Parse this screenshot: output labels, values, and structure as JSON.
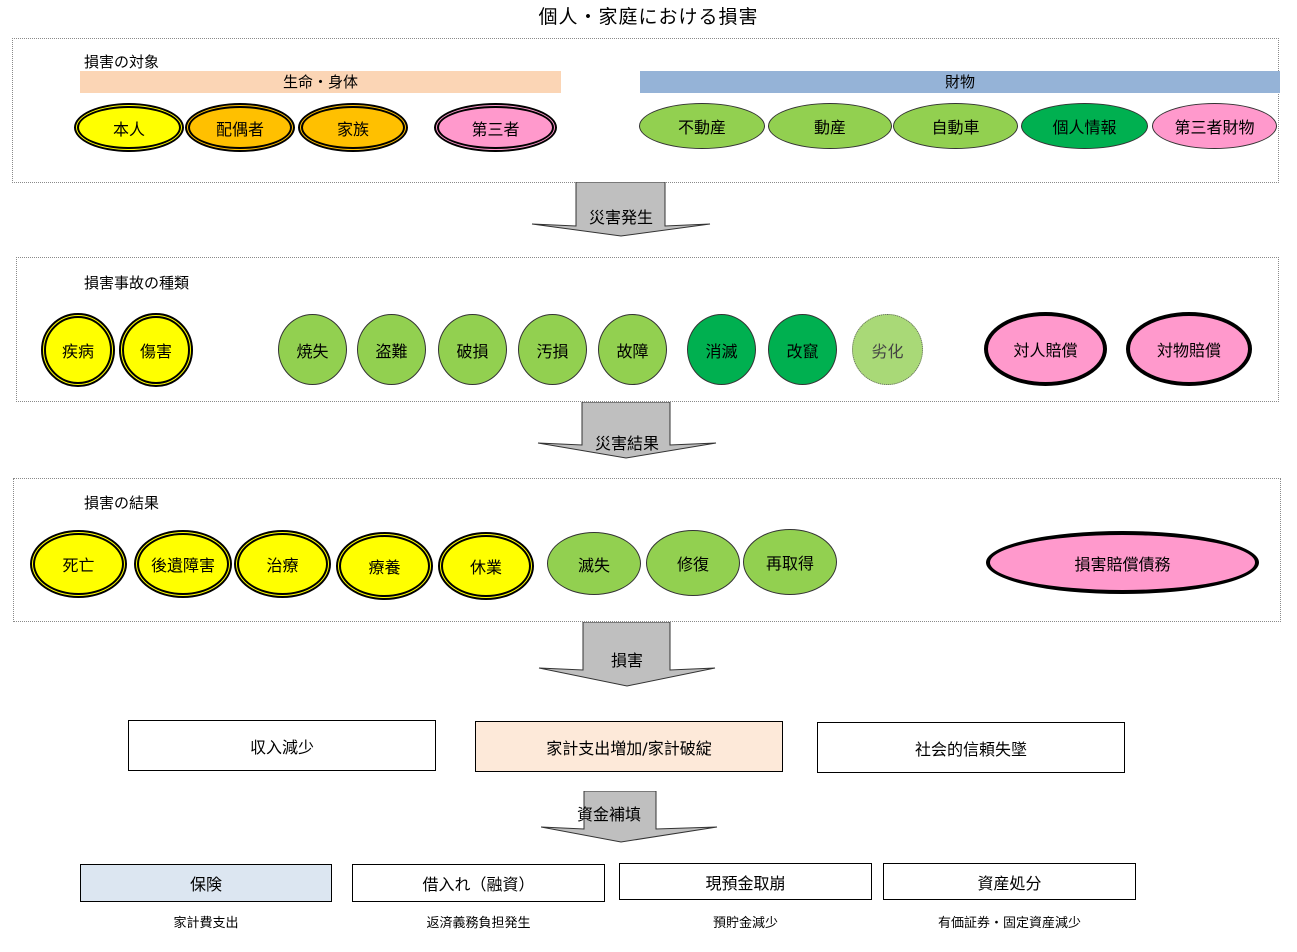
{
  "title": "個人・家庭における損害",
  "colors": {
    "life_band": "#fbd5b5",
    "property_band": "#95b3d7",
    "yellow": "#ffff00",
    "orange": "#ffc000",
    "pink": "#ff99cc",
    "light_green": "#92d050",
    "dark_green": "#00b050",
    "pale_green": "#a9d977",
    "arrow_gray": "#bfbfbf",
    "household_box": "#fde9d9",
    "insurance_box": "#dce6f1"
  },
  "section1": {
    "label": "損害の対象",
    "life_band": "生命・身体",
    "property_band": "財物",
    "life_items": [
      "本人",
      "配偶者",
      "家族",
      "第三者"
    ],
    "property_items": [
      "不動産",
      "動産",
      "自動車",
      "個人情報",
      "第三者財物"
    ]
  },
  "arrow1": "災害発生",
  "section2": {
    "label": "損害事故の種類",
    "body_items": [
      "疾病",
      "傷害"
    ],
    "property_items": [
      "焼失",
      "盗難",
      "破損",
      "汚損",
      "故障"
    ],
    "info_items": [
      "消滅",
      "改竄"
    ],
    "degrade_item": "劣化",
    "liability_items": [
      "対人賠償",
      "対物賠償"
    ]
  },
  "arrow2": "災害結果",
  "section3": {
    "label": "損害の結果",
    "body_items": [
      "死亡",
      "後遺障害",
      "治療",
      "療養",
      "休業"
    ],
    "property_items": [
      "滅失",
      "修復",
      "再取得"
    ],
    "liability_item": "損害賠償債務"
  },
  "arrow3": "損害",
  "impacts": [
    "収入減少",
    "家計支出増加/家計破綻",
    "社会的信頼失墜"
  ],
  "arrow4": "資金補填",
  "funding": [
    {
      "label": "保険",
      "note": "家計費支出"
    },
    {
      "label": "借入れ（融資）",
      "note": "返済義務負担発生"
    },
    {
      "label": "現預金取崩",
      "note": "預貯金減少"
    },
    {
      "label": "資産処分",
      "note": "有価証券・固定資産減少"
    }
  ]
}
